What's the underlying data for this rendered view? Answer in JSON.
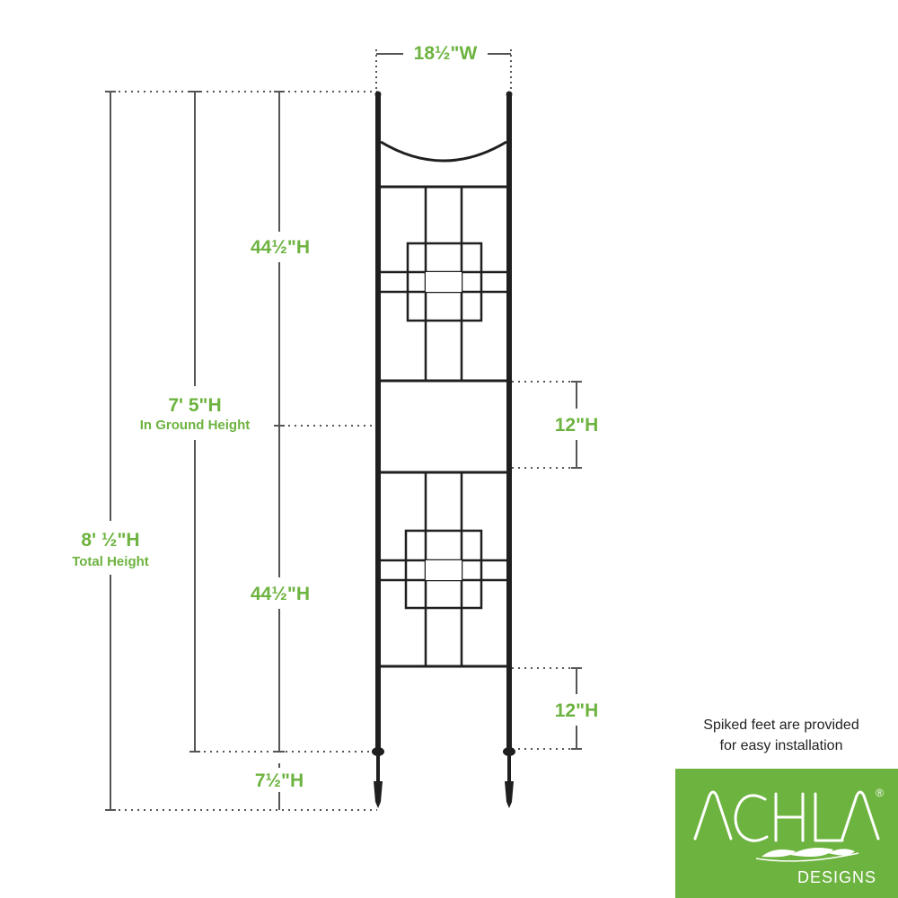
{
  "dimensions": {
    "width": "18½\"W",
    "panel_upper_height": "44½\"H",
    "panel_lower_height": "44½\"H",
    "in_ground_height": "7' 5\"H",
    "in_ground_height_caption": "In Ground Height",
    "total_height": "8' ½\"H",
    "total_height_caption": "Total Height",
    "gap_middle": "12\"H",
    "gap_bottom": "12\"H",
    "foot_height": "7½\"H"
  },
  "note": {
    "line1": "Spiked feet are provided",
    "line2": "for easy installation"
  },
  "brand": {
    "logo_text": "ACHLA",
    "sub_text": "DESIGNS",
    "registered": "®",
    "color": "#6db33f"
  },
  "colors": {
    "dimension_text": "#6db33f",
    "guide_lines": "#555555",
    "trellis": "#1f1f1f"
  }
}
